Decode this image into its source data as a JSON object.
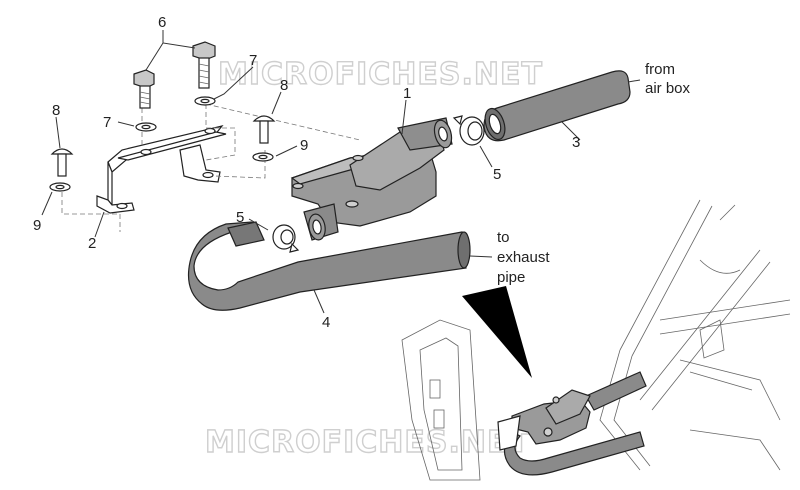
{
  "watermark": {
    "top": "MICROFICHES.NET",
    "bottom": "MICROFICHES.NET"
  },
  "callouts": {
    "c1": "1",
    "c2": "2",
    "c3": "3",
    "c4": "4",
    "c5a": "5",
    "c5b": "5",
    "c6": "6",
    "c7a": "7",
    "c7b": "7",
    "c8a": "8",
    "c8b": "8",
    "c9a": "9",
    "c9b": "9"
  },
  "notes": {
    "from_line1": "from",
    "from_line2": "air box",
    "to_line1": "to",
    "to_line2": "exhaust",
    "to_line3": "pipe"
  },
  "colors": {
    "hose": "#8a8a8a",
    "valve": "#9a9a9a",
    "metal": "#ffffff",
    "frame": "#bdbdbd"
  }
}
